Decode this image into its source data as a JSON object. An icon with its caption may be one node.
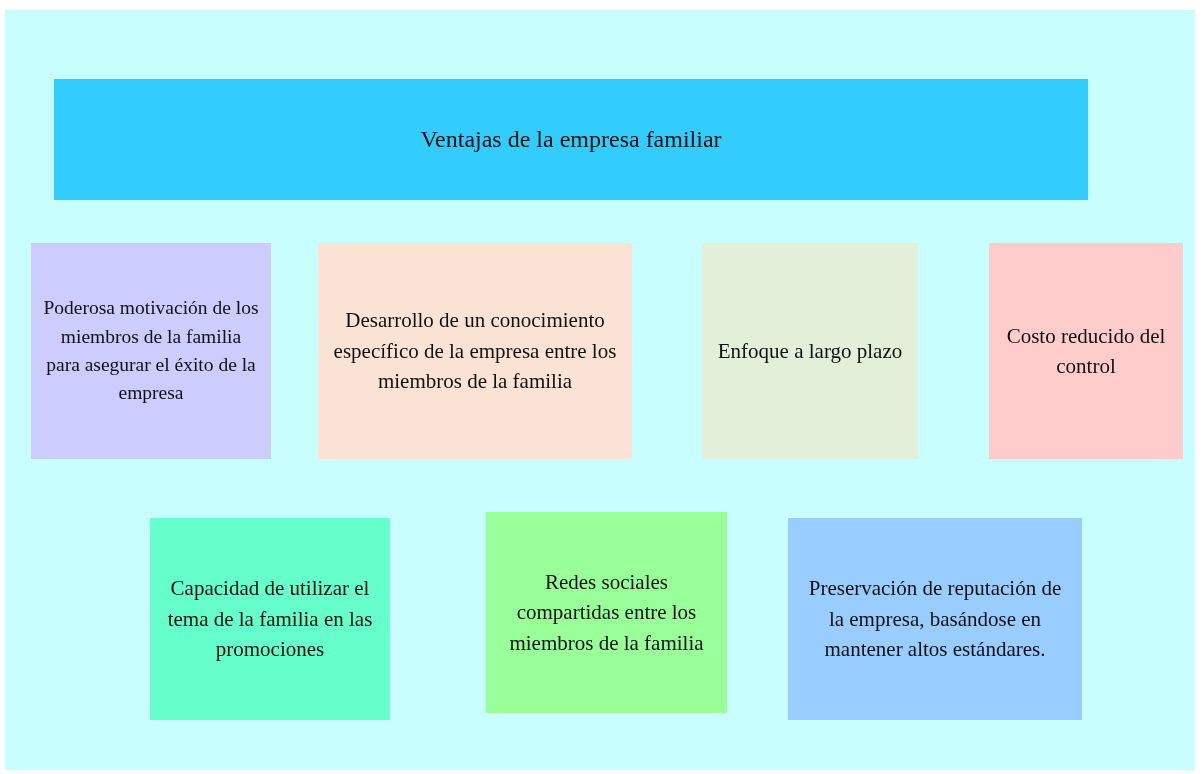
{
  "diagram": {
    "nodes": [
      {
        "text": [
          "Ventajas de la empresa familiar"
        ]
      },
      {
        "text": [
          "Poderosa motivación de los miembros de la familia para asegurar el éxito de la empresa"
        ]
      },
      {
        "text": [
          "Desarrollo de un conocimiento específico de la empresa entre los miembros de la familia"
        ]
      },
      {
        "text": [
          "Enfoque a largo plazo"
        ]
      },
      {
        "text": [
          "Costo reducido del control"
        ]
      },
      {
        "text": [
          "Capacidad de utilizar el tema de la familia en las promociones"
        ]
      },
      {
        "text": [
          "Redes sociales compartidas entre los miembros de la familia"
        ]
      },
      {
        "text": [
          "Preservación de reputación de la empresa, basándose en mantener altos estándares."
        ]
      }
    ]
  }
}
